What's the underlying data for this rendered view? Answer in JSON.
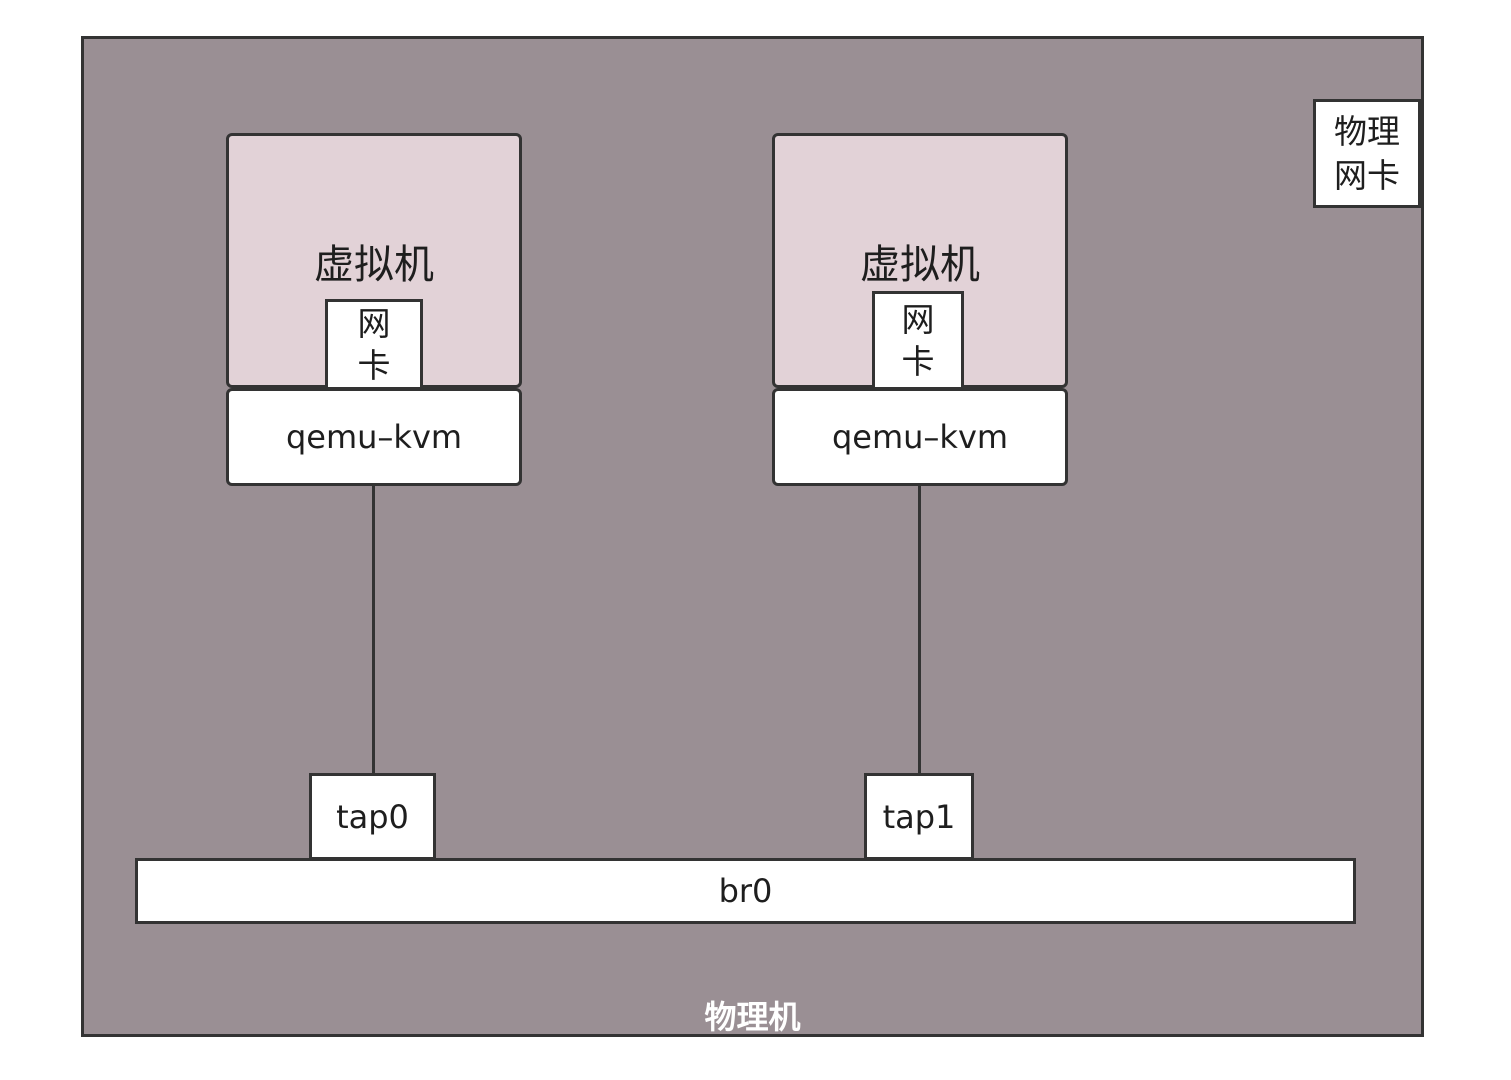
{
  "host": {
    "label": "物理机"
  },
  "physical_nic": {
    "lines": [
      "物理",
      "网卡"
    ]
  },
  "vms": [
    {
      "label": "虚拟机",
      "nic_lines": [
        "网",
        "卡"
      ],
      "process": "qemu–kvm",
      "tap": "tap0"
    },
    {
      "label": "虚拟机",
      "nic_lines": [
        "网",
        "卡"
      ],
      "process": "qemu–kvm",
      "tap": "tap1"
    }
  ],
  "bridge": {
    "label": "br0"
  },
  "colors": {
    "host_fill": "#9a8f94",
    "vm_fill": "#e2d2d7",
    "box_fill": "#ffffff",
    "border": "#333333",
    "host_label": "#ffffff"
  }
}
